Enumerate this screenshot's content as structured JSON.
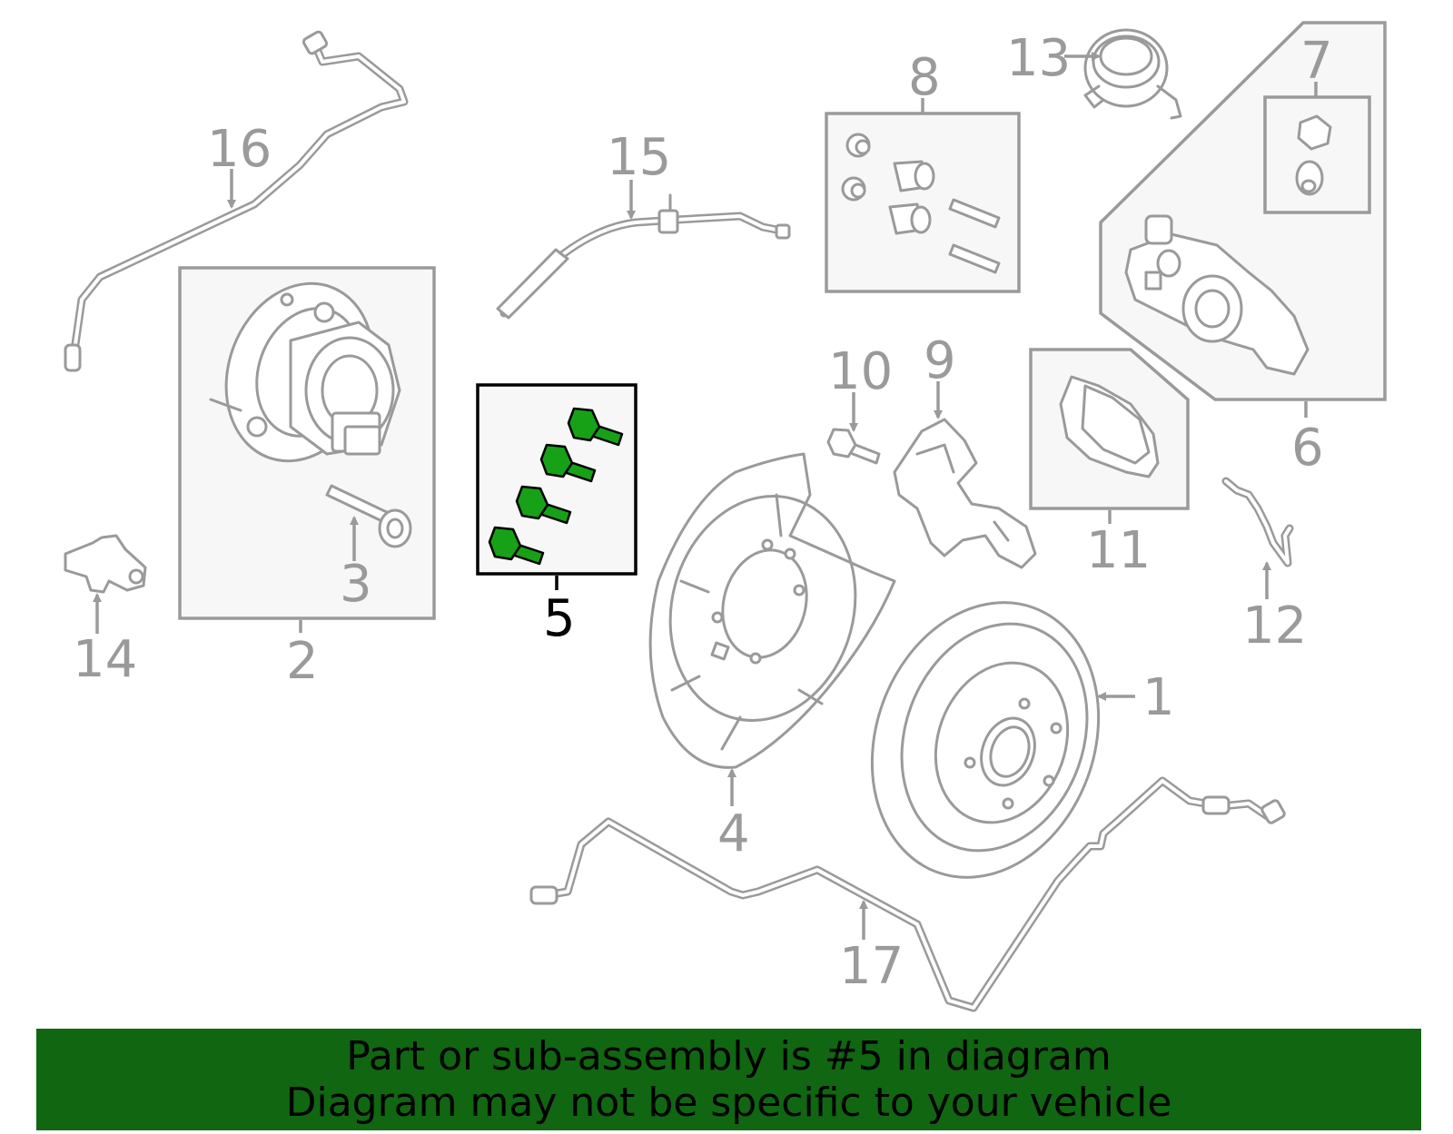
{
  "callouts": {
    "c1": "1",
    "c2": "2",
    "c3": "3",
    "c4": "4",
    "c5": "5",
    "c6": "6",
    "c7": "7",
    "c8": "8",
    "c9": "9",
    "c10": "10",
    "c11": "11",
    "c12": "12",
    "c13": "13",
    "c14": "14",
    "c15": "15",
    "c16": "16",
    "c17": "17"
  },
  "highlighted_part": "5",
  "banner": {
    "line1": "Part or sub-assembly is #5 in diagram",
    "line2": "Diagram may not be specific to your vehicle"
  },
  "colors": {
    "banner_bg": "#116611",
    "highlight_part": "#17a117",
    "line_art": "#9a9a9a"
  }
}
